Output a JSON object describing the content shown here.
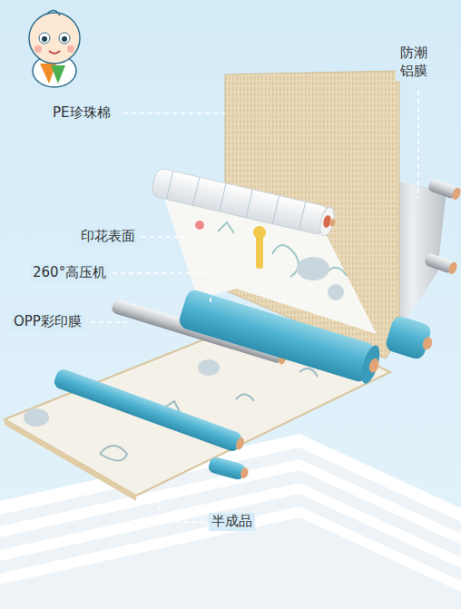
{
  "diagram": {
    "labels": [
      "PE珍珠棉",
      "防潮 铝膜",
      "印花表面",
      "260°高压机",
      "OPP彩印膜",
      "半成品"
    ]
  }
}
